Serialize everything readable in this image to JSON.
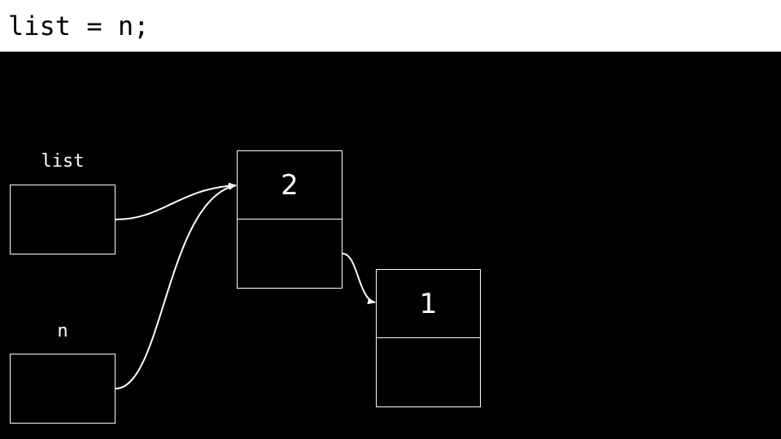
{
  "header": {
    "code_statement": "list = n;"
  },
  "variables": [
    {
      "name": "list"
    },
    {
      "name": "n"
    }
  ],
  "nodes": [
    {
      "data": "2"
    },
    {
      "data": "1"
    }
  ],
  "colors": {
    "background": "#000000",
    "stroke": "#ffffff",
    "header_bg": "#ffffff",
    "code_text": "#000000"
  }
}
